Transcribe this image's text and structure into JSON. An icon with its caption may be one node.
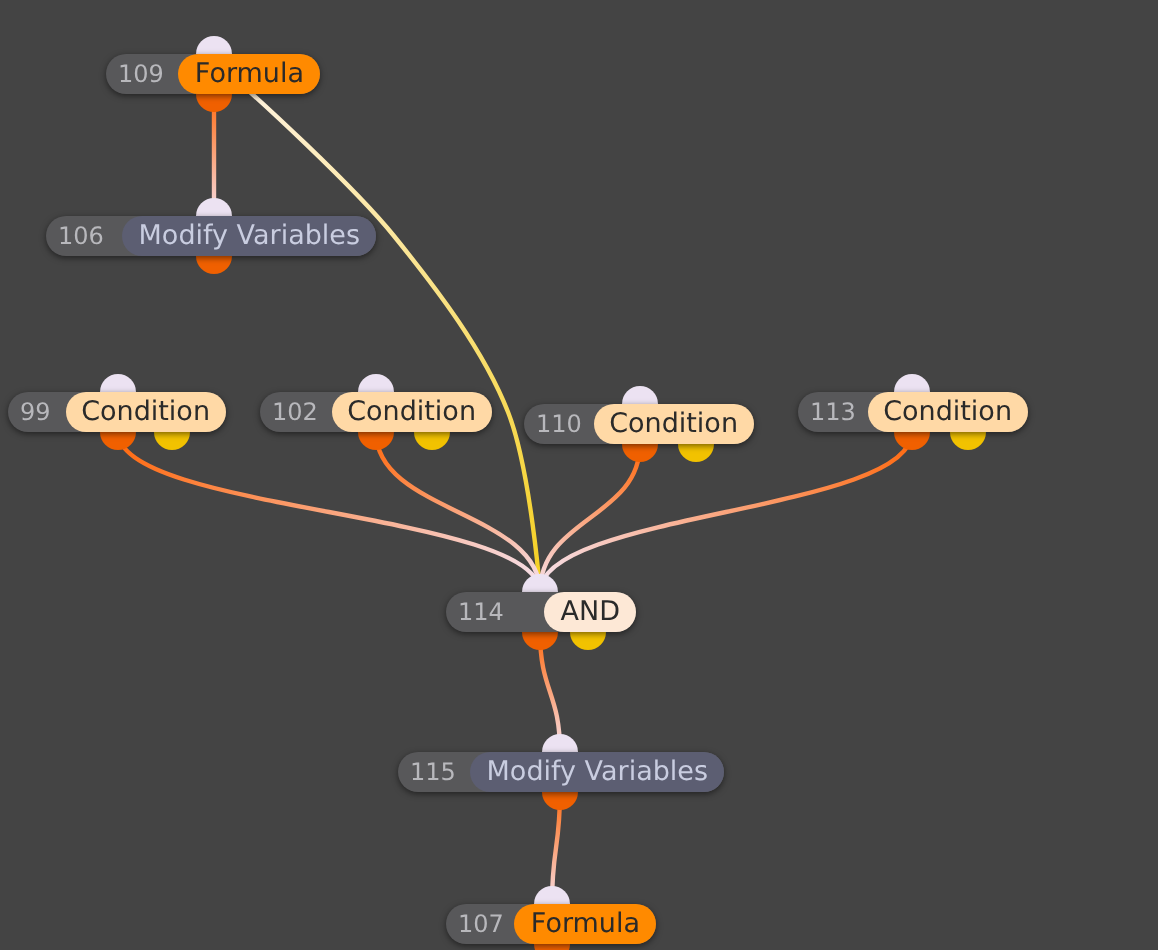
{
  "diagram": {
    "nodes": [
      {
        "text": [
          "109",
          "Formula"
        ]
      },
      {
        "text": [
          "106",
          "Modify Variables"
        ]
      },
      {
        "text": [
          "99",
          "Condition"
        ]
      },
      {
        "text": [
          "102",
          "Condition"
        ]
      },
      {
        "text": [
          "110",
          "Condition"
        ]
      },
      {
        "text": [
          "113",
          "Condition"
        ]
      },
      {
        "text": [
          "114",
          "AND"
        ]
      },
      {
        "text": [
          "115",
          "Modify Variables"
        ]
      },
      {
        "text": [
          "107",
          "Formula"
        ]
      }
    ],
    "edges": [
      {
        "from": 0,
        "to": 1,
        "arrow": "none"
      },
      {
        "from": 0,
        "to": 6,
        "arrow": "none",
        "color": "#f5d020"
      },
      {
        "from": 2,
        "to": 6,
        "arrow": "none"
      },
      {
        "from": 3,
        "to": 6,
        "arrow": "none"
      },
      {
        "from": 4,
        "to": 6,
        "arrow": "none"
      },
      {
        "from": 5,
        "to": 6,
        "arrow": "none"
      },
      {
        "from": 6,
        "to": 7,
        "arrow": "none"
      },
      {
        "from": 7,
        "to": 8,
        "arrow": "none"
      }
    ]
  }
}
